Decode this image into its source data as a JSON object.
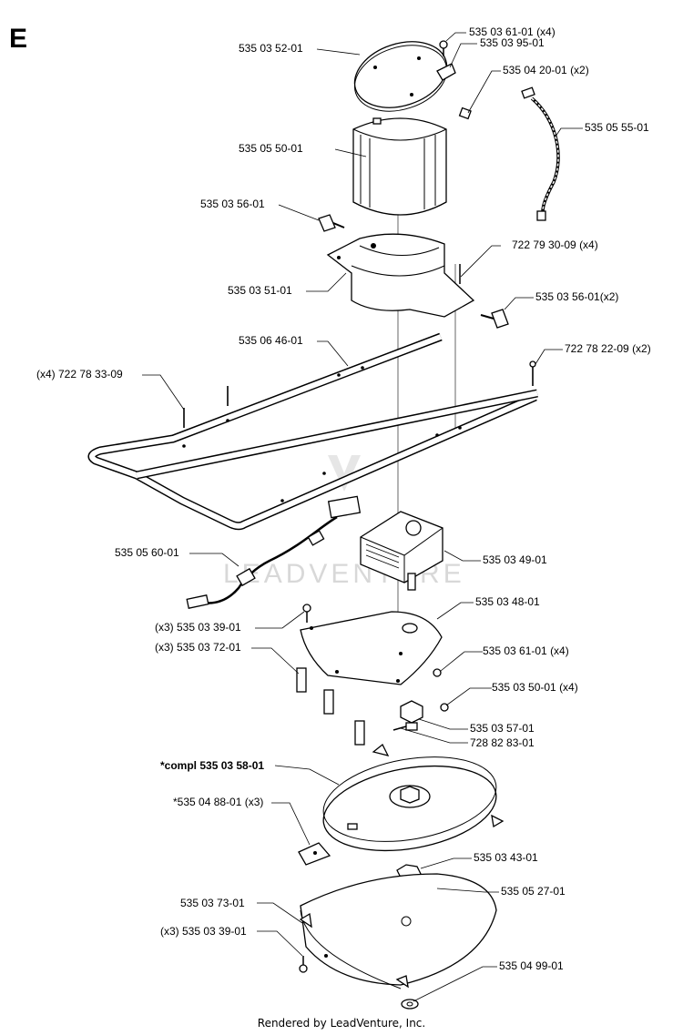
{
  "section_letter": "E",
  "watermark": "LEADVENTURE",
  "footer": "Rendered by LeadVenture, Inc.",
  "callouts": [
    {
      "id": "c1",
      "text": "535 03 61-01 (x4)"
    },
    {
      "id": "c2",
      "text": "535 03 95-01"
    },
    {
      "id": "c3",
      "text": "535 03 52-01"
    },
    {
      "id": "c4",
      "text": "535 04 20-01 (x2)"
    },
    {
      "id": "c5",
      "text": "535 05 55-01"
    },
    {
      "id": "c6",
      "text": "535 05 50-01"
    },
    {
      "id": "c7",
      "text": "535 03 56-01"
    },
    {
      "id": "c8",
      "text": "722 79 30-09 (x4)"
    },
    {
      "id": "c9",
      "text": "535 03 51-01"
    },
    {
      "id": "c10",
      "text": "535 03 56-01(x2)"
    },
    {
      "id": "c11",
      "text": "535 06 46-01"
    },
    {
      "id": "c12",
      "text": "722 78 22-09 (x2)"
    },
    {
      "id": "c13",
      "text": "(x4) 722 78 33-09"
    },
    {
      "id": "c14",
      "text": "535 05 60-01"
    },
    {
      "id": "c15",
      "text": "535 03 49-01"
    },
    {
      "id": "c16",
      "text": "535 03 48-01"
    },
    {
      "id": "c17",
      "text": "(x3) 535 03 39-01"
    },
    {
      "id": "c18",
      "text": "(x3) 535 03 72-01"
    },
    {
      "id": "c19",
      "text": "535 03 61-01 (x4)"
    },
    {
      "id": "c20",
      "text": "535 03 50-01 (x4)"
    },
    {
      "id": "c21",
      "text": "535 03 57-01"
    },
    {
      "id": "c22",
      "text": "728 82 83-01"
    },
    {
      "id": "c23",
      "text": "*compl 535 03 58-01"
    },
    {
      "id": "c24",
      "text": "*535 04 88-01 (x3)"
    },
    {
      "id": "c25",
      "text": "535 03 43-01"
    },
    {
      "id": "c26",
      "text": "535 05 27-01"
    },
    {
      "id": "c27",
      "text": "535 03 73-01"
    },
    {
      "id": "c28",
      "text": "(x3) 535 03 39-01"
    },
    {
      "id": "c29",
      "text": "535 04 99-01"
    }
  ]
}
